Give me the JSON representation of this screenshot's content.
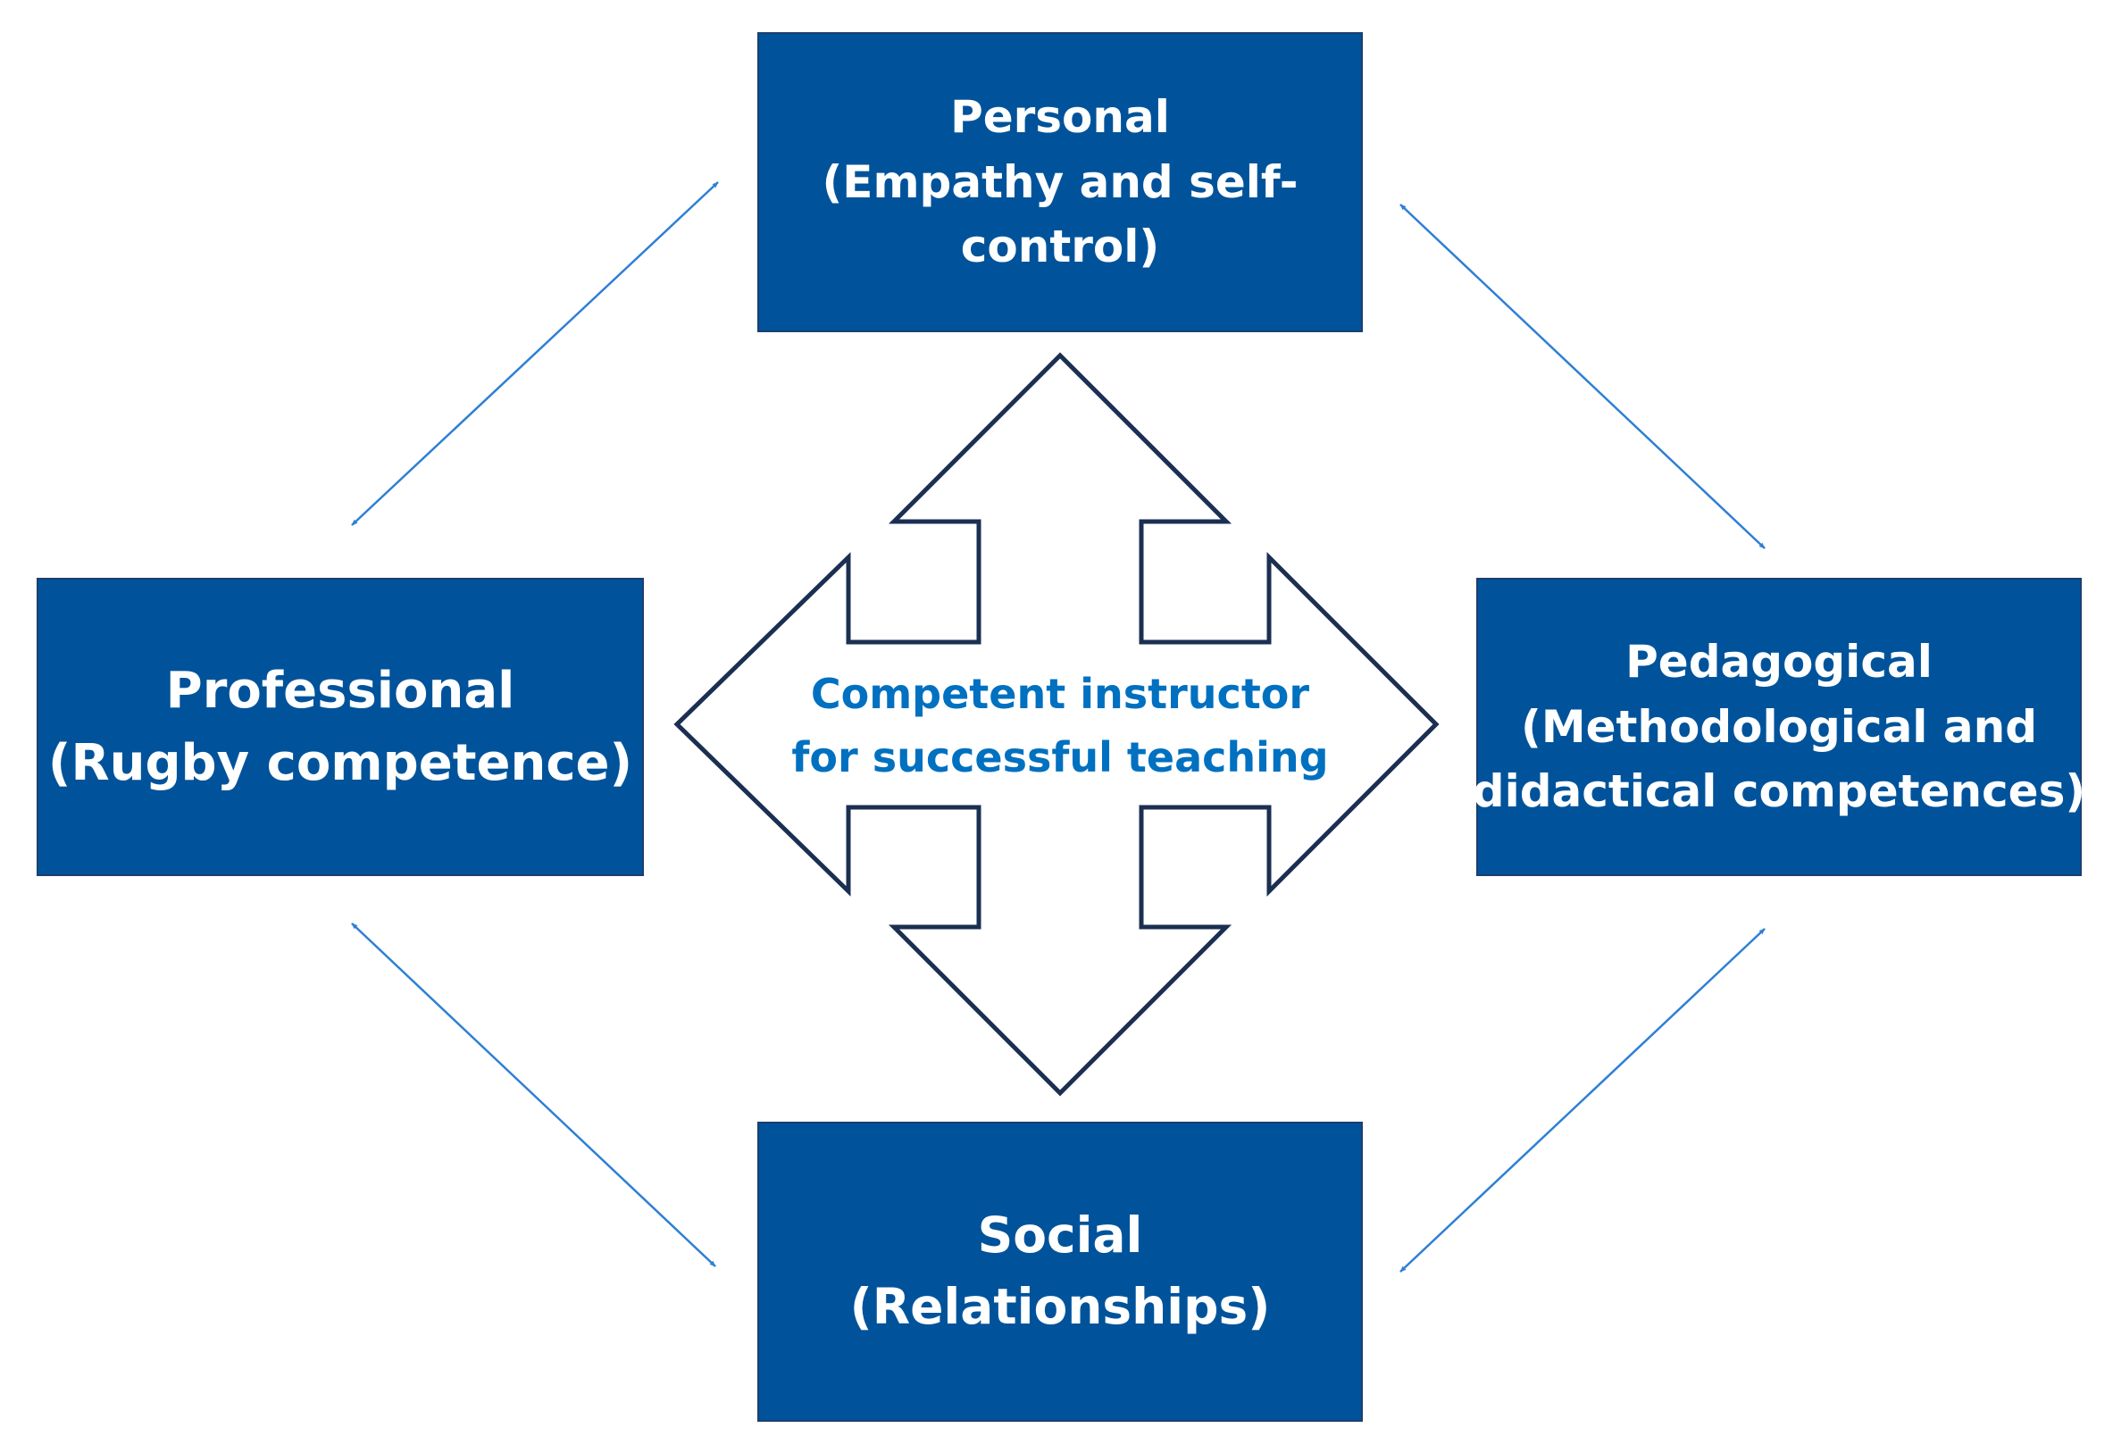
{
  "colors": {
    "box_fill": "#00539b",
    "box_border": "#1b3f6e",
    "box_text": "#ffffff",
    "center_text": "#0070c0",
    "arrow_outline": "#1b2f52",
    "connector": "#2f7fd4"
  },
  "boxes": {
    "personal": {
      "line1": "Personal",
      "line2": "(Empathy and self-",
      "line3": "control)"
    },
    "professional": {
      "line1": "Professional",
      "line2": "(Rugby competence)"
    },
    "pedagogical": {
      "line1": "Pedagogical",
      "line2": "(Methodological and",
      "line3": "didactical competences)"
    },
    "social": {
      "line1": "Social",
      "line2": "(Relationships)"
    }
  },
  "center": {
    "line1": "Competent instructor",
    "line2": "for successful teaching"
  }
}
